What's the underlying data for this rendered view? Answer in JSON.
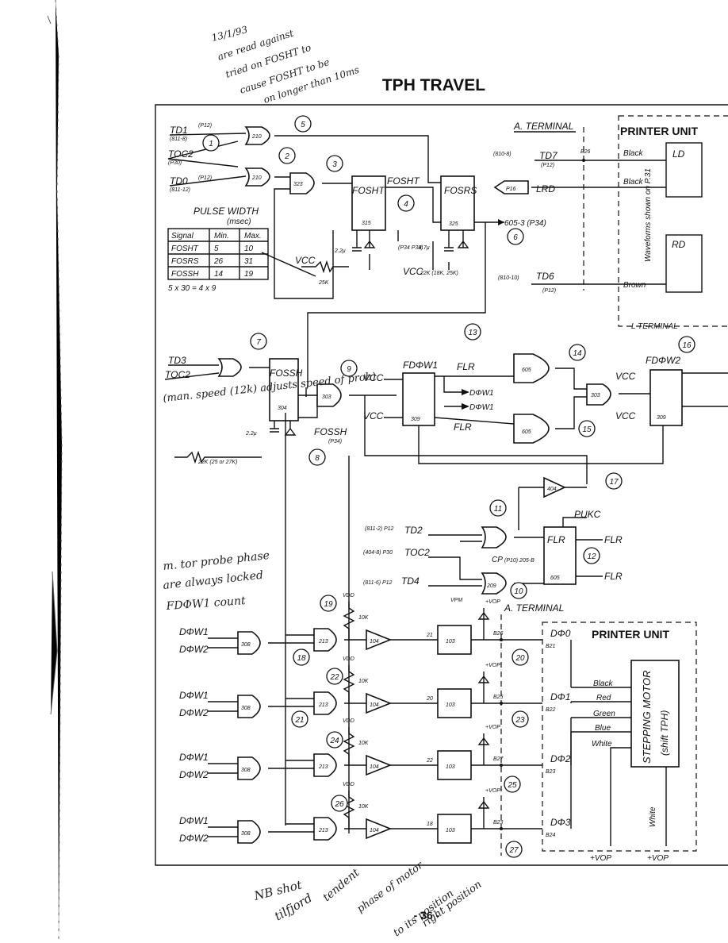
{
  "page": {
    "title": "TPH TRAVEL",
    "page_number": "- 36 -",
    "handwritten_top": [
      "13/1/93",
      "are read against",
      "tried on FOSHT to",
      "cause FOSHT to be",
      "on longer than 10ms"
    ],
    "handwritten_middle": [
      "(man. speed (12k) adjusts speed of prob)",
      "m. tor probe phase",
      "are always locked",
      "FDΦW1 count"
    ],
    "handwritten_bottom": [
      "NB shot",
      "tilfjord",
      "tendent",
      "phase of motor",
      "to its position",
      "right position"
    ]
  },
  "blocks": {
    "printer_unit_top": "PRINTER UNIT",
    "printer_unit_bottom": "PRINTER UNIT",
    "a_terminal_top": "A. TERMINAL",
    "a_terminal_bottom": "A. TERMINAL",
    "l_terminal": "L TERMINAL",
    "pulse_width_title": "PULSE WIDTH",
    "pulse_width_unit": "(msec)",
    "stepping_motor": "STEPPING MOTOR",
    "stepping_motor_sub": "(shift TPH)",
    "waveforms_note": "Waveforms shown on P.31"
  },
  "pulse_table": {
    "headers": [
      "Signal",
      "Min.",
      "Max."
    ],
    "rows": [
      [
        "FOSHT",
        "5",
        "10"
      ],
      [
        "FOSRS",
        "26",
        "31"
      ],
      [
        "FOSSH",
        "14",
        "19"
      ]
    ],
    "footnote": "5 x 30 = 4 x 9"
  },
  "signals": {
    "td1": "TD1",
    "td1_ref": "(811-8)",
    "td1_pin": "(P12)",
    "toc2_a": "TOC2",
    "toc2_a_ref": "(P30)",
    "td0": "TD0",
    "td0_ref": "(811-12)",
    "td0_pin": "(P12)",
    "foshtt": "FOSHT",
    "fosrs": "FOSRS",
    "fossh": "FOSSH",
    "td7": "TD7",
    "td7_ref": "(810-8)",
    "td7_pin": "(P12)",
    "lrd": "LRD",
    "lrd_ref": "P16",
    "td6": "TD6",
    "td6_ref": "(810-10)",
    "td6_pin": "(P12)",
    "out_605": "605-3 (P34)",
    "td3": "TD3",
    "toc2_b": "TOC2",
    "fossh_out": "FOSSH",
    "fossh_ref": "(P34)",
    "fdow1": "FDΦW1",
    "fdow2": "FDΦW2",
    "flr": "FLR",
    "dow1": "DΦW1",
    "dow1_bar": "DΦW1",
    "td2": "TD2",
    "td2_ref": "(811-2) P12",
    "toc2_c": "TOC2",
    "toc2_c_ref": "(404-8) P30",
    "td4": "TD4",
    "td4_ref": "(811-6) P12",
    "pukc": "PUKC",
    "flr_out": "FLR",
    "flr_bar": "FLR",
    "cp": "CP",
    "cp_ref": "(P10) 205-B",
    "vcc": "VCC",
    "vdd": "VDD",
    "vpm": "VPM",
    "vop": "+VOP",
    "black": "Black",
    "brown": "Brown",
    "red": "Red",
    "green": "Green",
    "blue": "Blue",
    "white": "White"
  },
  "components": {
    "r_25k": "25K",
    "c_2u2": "2.2μ",
    "c_4u7": "4.7μ",
    "r_22k": "22K (18K, 25K)",
    "r_22k_b": "22K (25 or 27K)",
    "r_10k": "10K",
    "p34_38": "(P34 P38)",
    "ld": "LD",
    "rd": "RD",
    "ic_210": "210",
    "ic_323": "323",
    "ic_315": "315",
    "ic_325": "325",
    "ic_304": "304",
    "ic_303": "303",
    "ic_309": "309",
    "ic_605": "605",
    "ic_308": "308",
    "ic_213": "213",
    "ic_104": "104",
    "ic_103": "103",
    "ic_209": "209",
    "ic_404": "404"
  },
  "phases": [
    {
      "label": "DΦ0",
      "pin": "B26",
      "ref": "B21",
      "in_a": "DΦW1",
      "in_b": "DΦW2",
      "drv": "21"
    },
    {
      "label": "DΦ1",
      "pin": "B25",
      "ref": "B22",
      "in_a": "DΦW1",
      "in_b": "DΦW2",
      "drv": "20"
    },
    {
      "label": "DΦ2",
      "pin": "B27",
      "ref": "B23",
      "in_a": "DΦW1",
      "in_b": "DΦW2",
      "drv": "22"
    },
    {
      "label": "DΦ3",
      "pin": "B23",
      "ref": "B24",
      "in_a": "DΦW1",
      "in_b": "DΦW2",
      "drv": "18"
    }
  ],
  "callouts": [
    "1",
    "2",
    "3",
    "4",
    "5",
    "6",
    "7",
    "8",
    "9",
    "13",
    "14",
    "16",
    "11",
    "12",
    "10",
    "15",
    "17",
    "18",
    "19",
    "20",
    "21",
    "22",
    "23",
    "24",
    "25",
    "26",
    "27"
  ]
}
